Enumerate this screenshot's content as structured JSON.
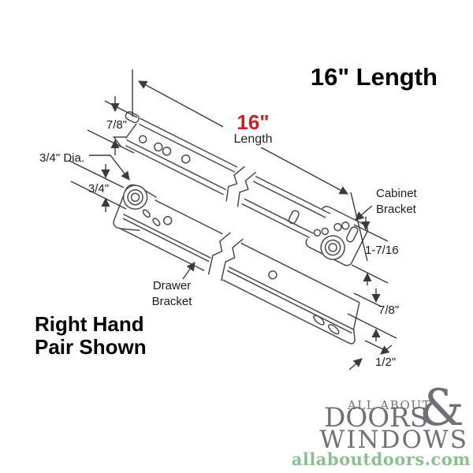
{
  "title": "16\" Length",
  "diagram": {
    "dim_length_value": "16\"",
    "dim_length_label": "Length",
    "dim_top_flange": "7/8\"",
    "roller_diameter": "3/4\" Dia.",
    "dim_roller_height": "3/4\"",
    "cabinet_bracket_line1": "Cabinet",
    "cabinet_bracket_line2": "Bracket",
    "dim_bracket_height": "1-7/16",
    "drawer_bracket_line1": "Drawer",
    "drawer_bracket_line2": "Bracket",
    "dim_bottom_flange": "7/8\"",
    "dim_bottom_lip": "1/2\""
  },
  "caption": {
    "line1": "Right Hand",
    "line2": "Pair Shown"
  },
  "logo": {
    "top_line": "ALL ABOUT",
    "ampersand": "&",
    "name_line1": "DOORS",
    "name_line2": "WINDOWS",
    "website": "allaboutdoors.com"
  },
  "colors": {
    "accent_red": "#cb2026",
    "logo_gray": "#6e7277",
    "logo_green": "#8cbf90",
    "line_art": "#4a4a4a"
  }
}
